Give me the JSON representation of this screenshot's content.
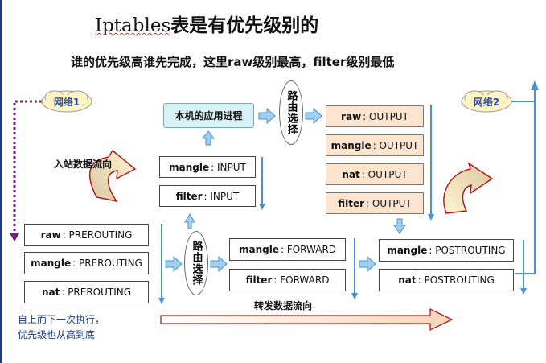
{
  "title": {
    "en": "Iptables",
    "zh": "表是有优先级别的"
  },
  "subtitle": "谁的优先级高谁先完成，这里raw级别最高，filter级别最低",
  "clouds": {
    "left": "网络1",
    "right": "网络2"
  },
  "app_process": "本机的应用进程",
  "routing": {
    "top": "路由选择",
    "bottom": "路由选择"
  },
  "inbound": {
    "mangle": {
      "table": "mangle",
      "chain": "INPUT"
    },
    "filter": {
      "table": "filter",
      "chain": "INPUT"
    }
  },
  "prerouting": {
    "raw": {
      "table": "raw",
      "chain": "PREROUTING"
    },
    "mangle": {
      "table": "mangle",
      "chain": "PREROUTING"
    },
    "nat": {
      "table": "nat",
      "chain": "PREROUTING"
    }
  },
  "forward": {
    "mangle": {
      "table": "mangle",
      "chain": "FORWARD"
    },
    "filter": {
      "table": "filter",
      "chain": "FORWARD"
    }
  },
  "output": {
    "raw": {
      "table": "raw",
      "chain": "OUTPUT"
    },
    "mangle": {
      "table": "mangle",
      "chain": "OUTPUT"
    },
    "nat": {
      "table": "nat",
      "chain": "OUTPUT"
    },
    "filter": {
      "table": "filter",
      "chain": "OUTPUT"
    }
  },
  "postrouting": {
    "mangle": {
      "table": "mangle",
      "chain": "POSTROUTING"
    },
    "nat": {
      "table": "nat",
      "chain": "POSTROUTING"
    }
  },
  "labels": {
    "inbound_flow": "入站数据流向",
    "forward_flow": "转发数据流向"
  },
  "note": {
    "line1": "自上而下一次执行，",
    "line2": "优先级也从高到底"
  },
  "colors": {
    "arrow_blue": "#4a90d9",
    "box_peach": "#fde4cf",
    "app_box": "#d8f3f6",
    "text_blue": "#1a3c8c",
    "dotted_purple": "#7a1f7a"
  }
}
